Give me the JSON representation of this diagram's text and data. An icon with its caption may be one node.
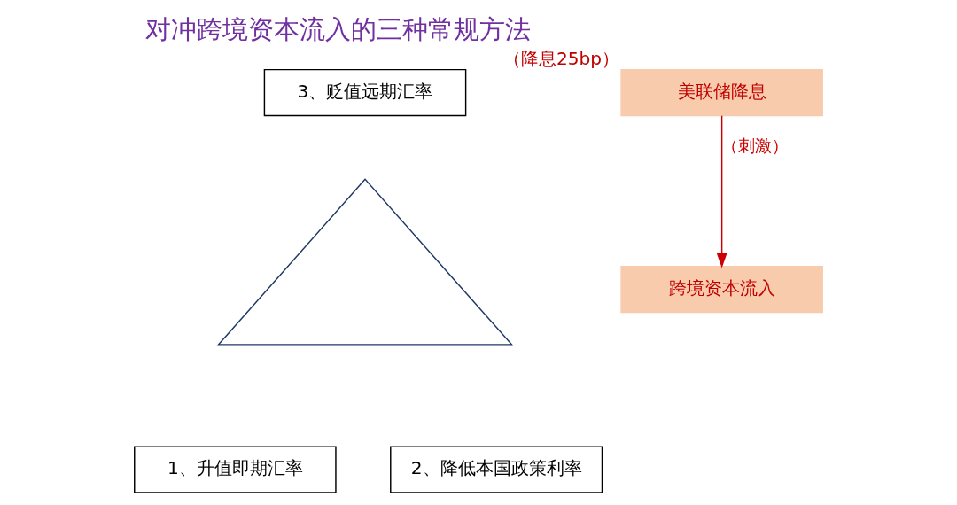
{
  "diagram": {
    "title": "对冲跨境资本流入的三种常规方法",
    "nodes": [
      {
        "text": [
          "3、贬值远期汇率"
        ]
      },
      {
        "text": [
          "美联储降息"
        ],
        "beside": [
          "（降息25bp）"
        ]
      },
      {
        "text": [],
        "shape": "triangle"
      },
      {
        "text": [
          "跨境资本流入"
        ]
      },
      {
        "text": [
          "1、升值即期汇率"
        ]
      },
      {
        "text": [
          "2、降低本国政策利率"
        ]
      }
    ],
    "edges": [
      {
        "from": 1,
        "to": 3,
        "arrow": "to",
        "label": "（刺激）",
        "color": "#cc0000"
      }
    ]
  }
}
